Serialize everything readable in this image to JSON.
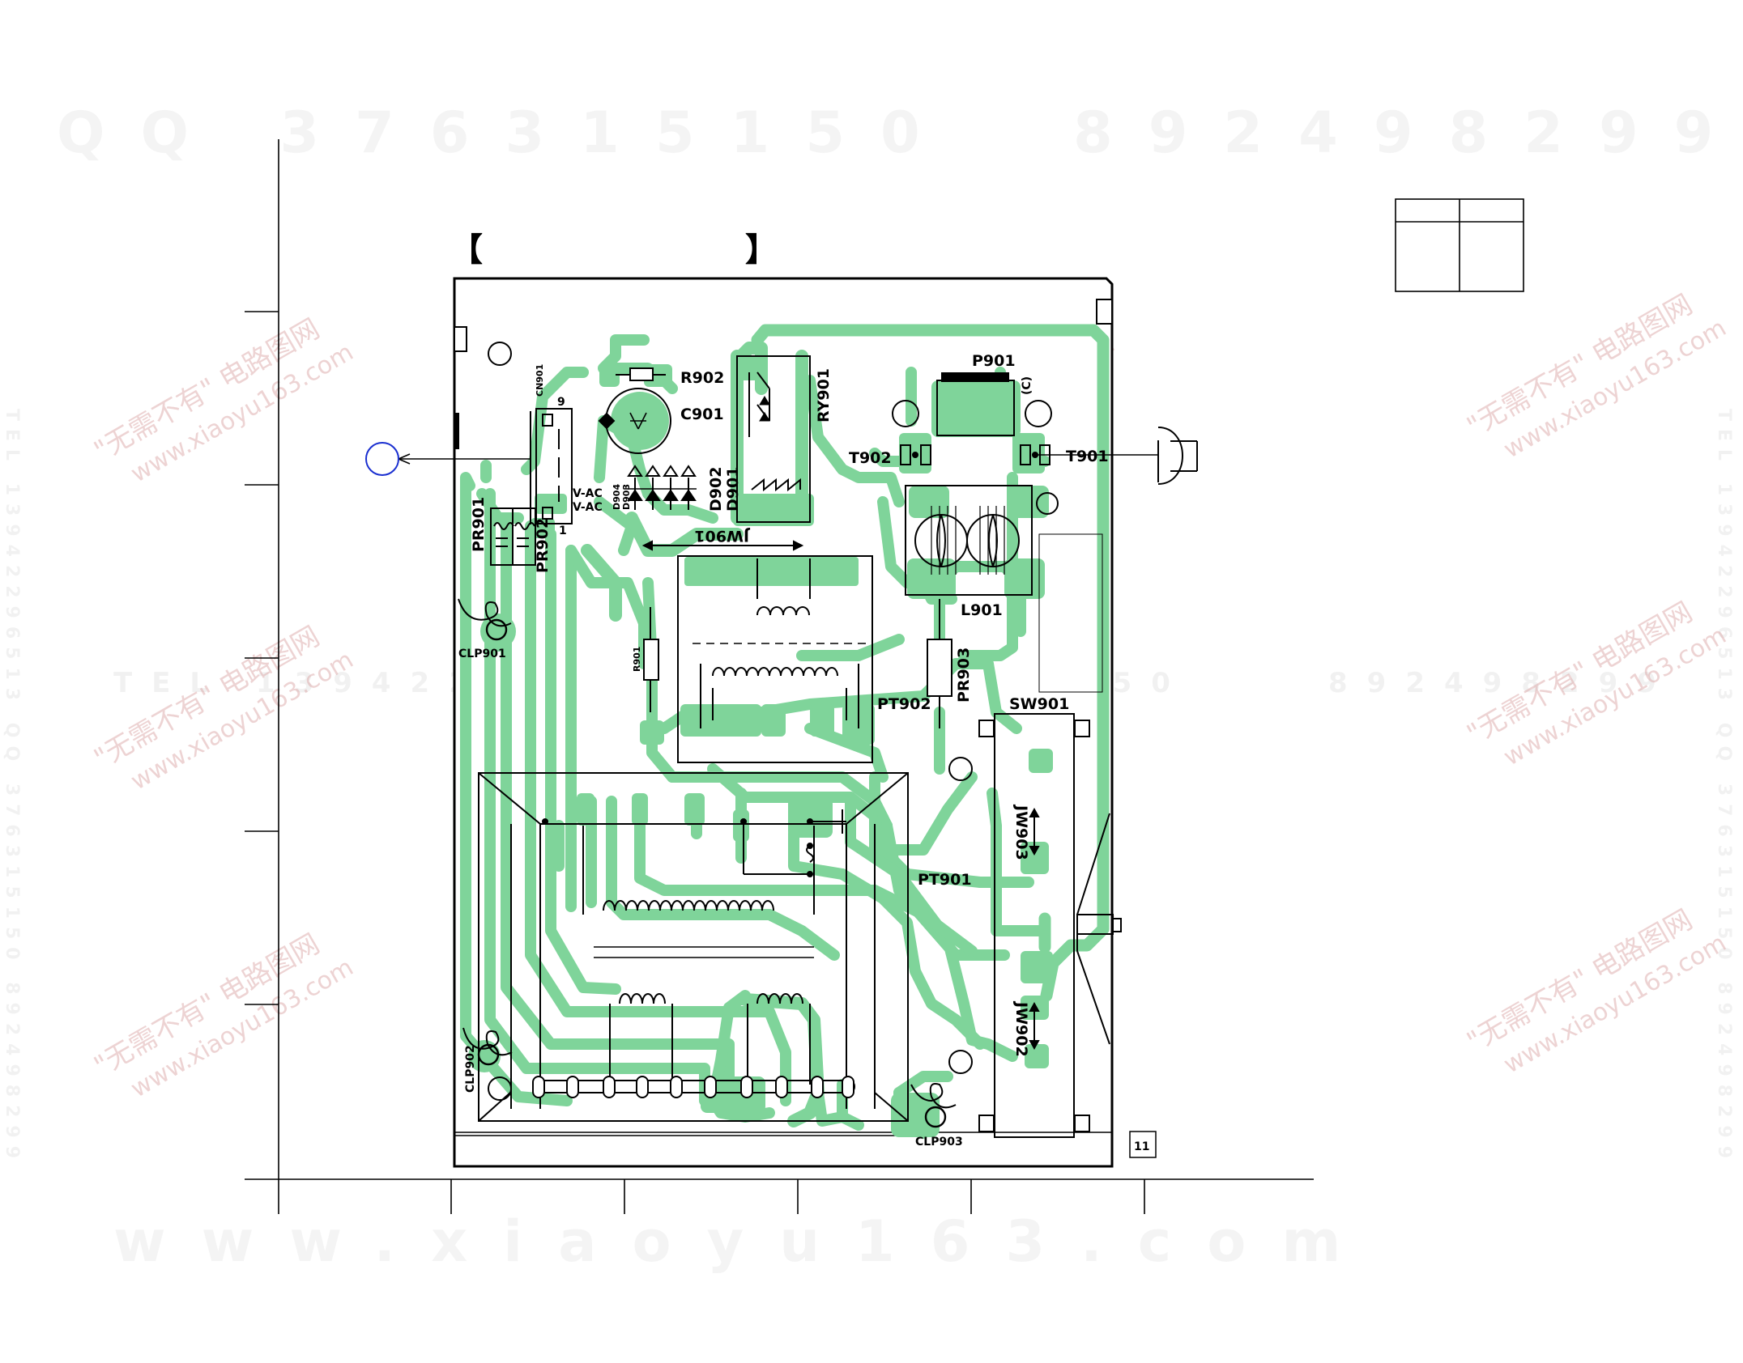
{
  "watermarks": {
    "top_qq": "QQ 376315150",
    "top_tel": "892498299",
    "bottom_url": "www.xiaoyu163.com",
    "mid_line_1": "TEL 13942296513",
    "mid_line_2": "376315150",
    "mid_line_3": "892498299",
    "side_left": "TEL 13942296513 QQ 376315150 892498299",
    "side_right": "TEL 13942296513 QQ 376315150 892498299",
    "stamp_cn": "\"无需不有\" 电路图网",
    "stamp_url": "www.xiaoyu163.com"
  },
  "board": {
    "title_bracket_open": "【",
    "title_bracket_close": "】",
    "page_badge": "11"
  },
  "components": {
    "r902": "R902",
    "c901": "C901",
    "ry901": "RY901",
    "p901": "P901",
    "p901_note": "(C)",
    "t902": "T902",
    "t901": "T901",
    "cn901": "CN901",
    "cn901_pin9": "9",
    "cn901_pin1": "1",
    "pr901": "PR901",
    "pr902": "PR902",
    "v_ac1": "V-AC",
    "v_ac2": "V-AC",
    "d904": "D904",
    "d903": "D903",
    "d902": "D902",
    "d901": "D901",
    "jw901": "JW901",
    "l901": "L901",
    "clp901": "CLP901",
    "clp902": "CLP902",
    "clp903": "CLP903",
    "r901": "R901",
    "pr903": "PR903",
    "pt902": "PT902",
    "sw901": "SW901",
    "jw903": "JW903",
    "pt901": "PT901",
    "jw902": "JW902"
  },
  "colors": {
    "copper": "#7fd49a",
    "ink": "#000000",
    "marker": "#1a2fd0"
  }
}
